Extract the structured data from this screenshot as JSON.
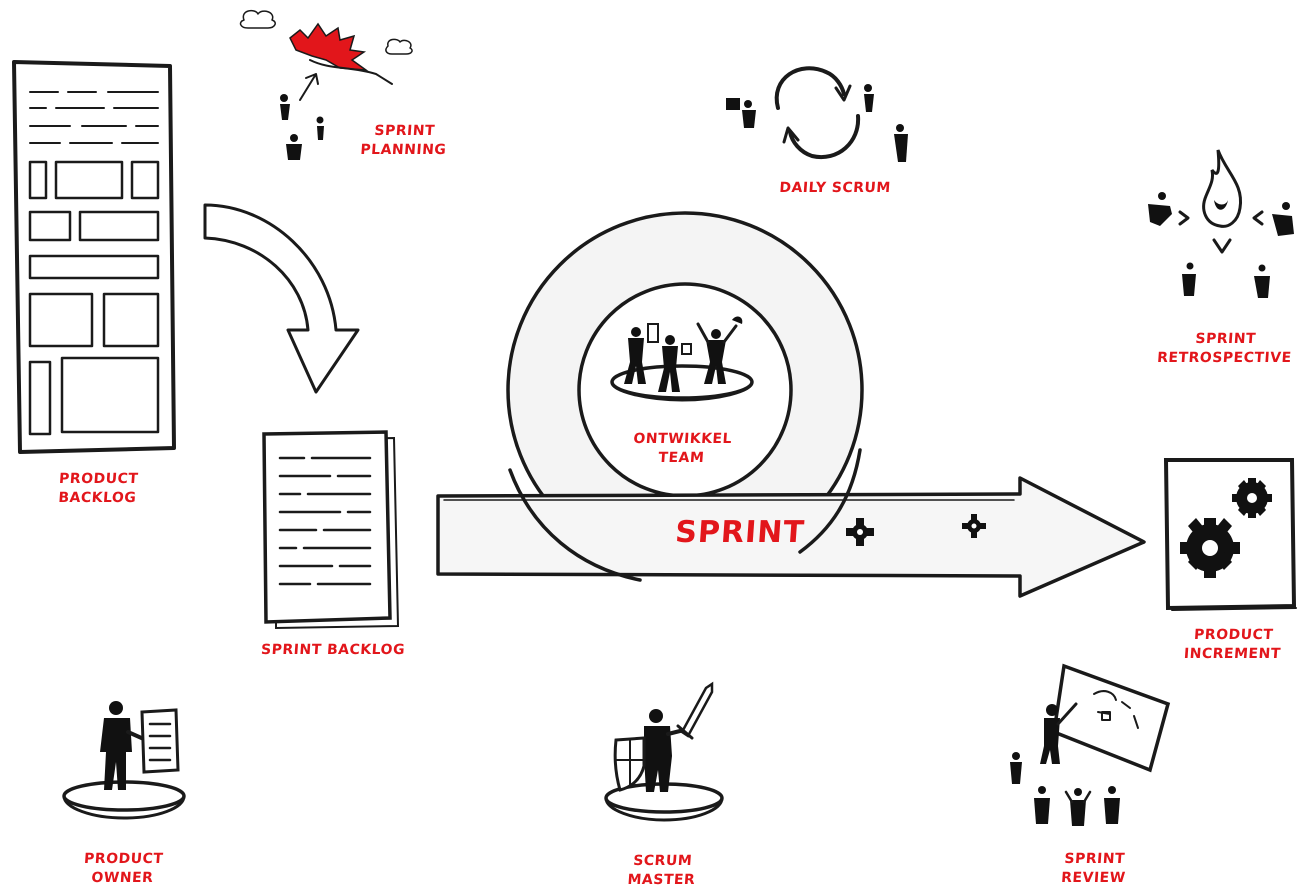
{
  "labels": {
    "product_backlog": [
      "PRODUCT",
      "BACKLOG"
    ],
    "sprint_planning": [
      "SPRINT",
      "PLANNING"
    ],
    "daily_scrum": "DAILY SCRUM",
    "sprint_retrospective": [
      "SPRINT",
      "RETROSPECTIVE"
    ],
    "ontwikkel_team": [
      "ONTWIKKEL",
      "TEAM"
    ],
    "sprint": "SPRINT",
    "sprint_backlog": "SPRINT BACKLOG",
    "product_increment": [
      "PRODUCT",
      "INCREMENT"
    ],
    "product_owner": [
      "PRODUCT",
      "OWNER"
    ],
    "scrum_master": [
      "SCRUM",
      "MASTER"
    ],
    "sprint_review": [
      "SPRINT",
      "REVIEW"
    ]
  },
  "colors": {
    "label": "#e2161b",
    "ink": "#1a1a1a",
    "accent_red": "#e2161b"
  },
  "icons": [
    "product-backlog-icon",
    "sprint-planning-icon",
    "daily-scrum-icon",
    "sprint-retrospective-icon",
    "team-icon",
    "sprint-backlog-icon",
    "sprint-arrow-icon",
    "gear-icon",
    "product-increment-icon",
    "product-owner-icon",
    "scrum-master-icon",
    "sprint-review-icon"
  ]
}
